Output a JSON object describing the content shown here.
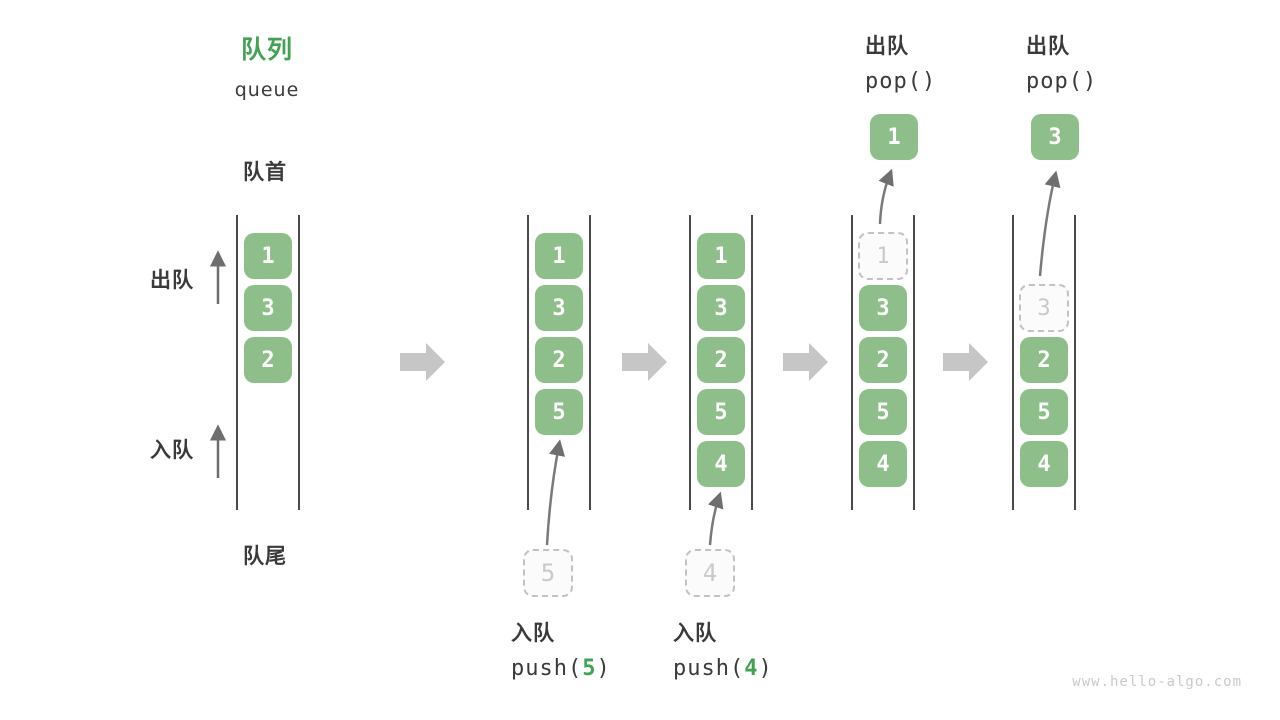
{
  "header": {
    "title": "队列",
    "subtitle": "queue"
  },
  "labels": {
    "front": "队首",
    "rear": "队尾",
    "dequeue_side": "出队",
    "enqueue_side": "入队"
  },
  "footer": {
    "watermark": "www.hello-algo.com"
  },
  "colors": {
    "box_green": "#8ebe8a",
    "accent_green": "#42a254",
    "wall_gray": "#4a4a4a",
    "arrow_gray": "#7a7a7a",
    "block_arrow_gray": "#c6c6c6",
    "ghost_border": "#c2c2c2",
    "ghost_text": "#c9c9c9",
    "text_dark": "#3a3a3a"
  },
  "columns": [
    {
      "slots": [
        {
          "value": "1"
        },
        {
          "value": "3"
        },
        {
          "value": "2"
        },
        null,
        null
      ]
    },
    {
      "slots": [
        {
          "value": "1"
        },
        {
          "value": "3"
        },
        {
          "value": "2"
        },
        {
          "value": "5"
        },
        null
      ],
      "pending": {
        "value": "5"
      },
      "operation": {
        "position": "below",
        "label": "入队",
        "code": [
          {
            "text": "push("
          },
          {
            "text": "5",
            "highlight": true
          },
          {
            "text": ")"
          }
        ]
      }
    },
    {
      "slots": [
        {
          "value": "1"
        },
        {
          "value": "3"
        },
        {
          "value": "2"
        },
        {
          "value": "5"
        },
        {
          "value": "4"
        }
      ],
      "pending": {
        "value": "4"
      },
      "operation": {
        "position": "below",
        "label": "入队",
        "code": [
          {
            "text": "push("
          },
          {
            "text": "4",
            "highlight": true
          },
          {
            "text": ")"
          }
        ]
      }
    },
    {
      "slots": [
        {
          "value": "1",
          "ghost": true
        },
        {
          "value": "3"
        },
        {
          "value": "2"
        },
        {
          "value": "5"
        },
        {
          "value": "4"
        }
      ],
      "popped": {
        "value": "1"
      },
      "operation": {
        "position": "above",
        "label": "出队",
        "code": [
          {
            "text": "pop()"
          }
        ]
      }
    },
    {
      "slots": [
        null,
        {
          "value": "3",
          "ghost": true
        },
        {
          "value": "2"
        },
        {
          "value": "5"
        },
        {
          "value": "4"
        }
      ],
      "popped": {
        "value": "3"
      },
      "operation": {
        "position": "above",
        "label": "出队",
        "code": [
          {
            "text": "pop()"
          }
        ]
      }
    }
  ]
}
